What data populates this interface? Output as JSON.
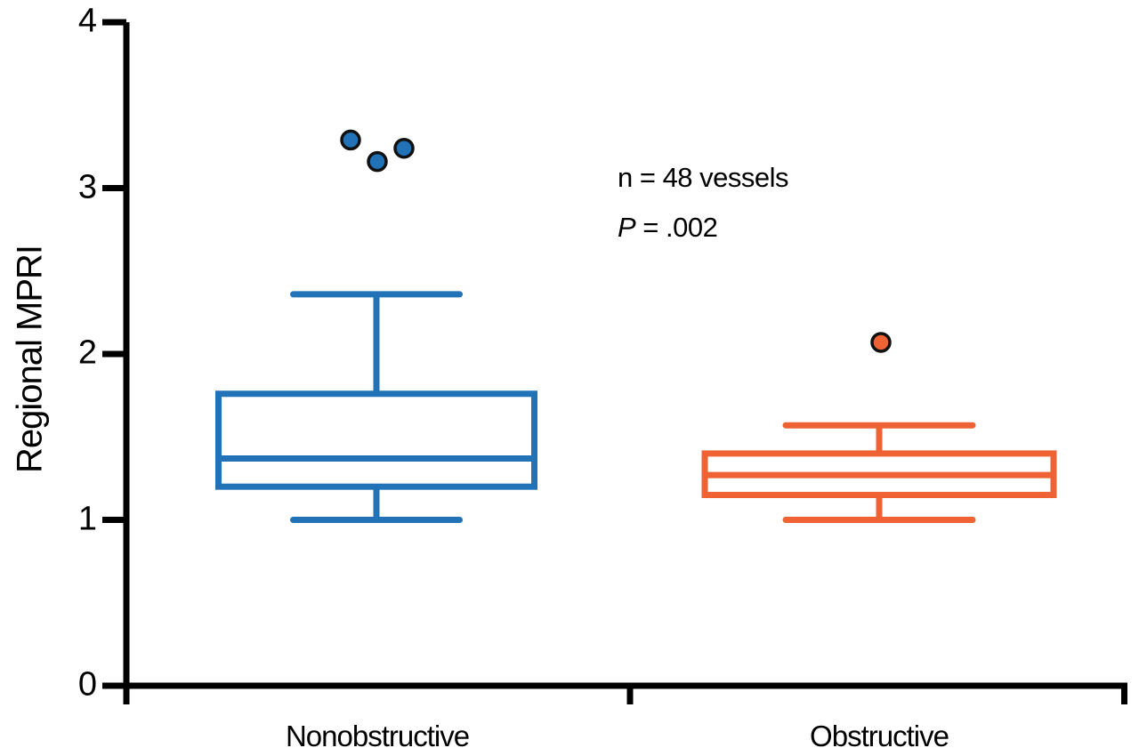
{
  "chart_data": {
    "type": "box",
    "title": "",
    "xlabel": "",
    "ylabel": "Regional MPRI",
    "ylim": [
      0,
      4
    ],
    "yticks": [
      0,
      1,
      2,
      3,
      4
    ],
    "grid": false,
    "categories": [
      "Nonobstructive",
      "Obstructive"
    ],
    "annotation": {
      "n_text": "n = 48 vessels",
      "p_label": "P",
      "p_rest": " = .002"
    },
    "series": [
      {
        "name": "Nonobstructive",
        "color": "#2272B8",
        "whisker_low": 1.0,
        "q1": 1.2,
        "median": 1.37,
        "q3": 1.76,
        "whisker_high": 2.36,
        "outliers": [
          3.29,
          3.16,
          3.24
        ],
        "outlier_dx": [
          -29,
          1,
          31
        ]
      },
      {
        "name": "Obstructive",
        "color": "#EE6233",
        "whisker_low": 1.0,
        "q1": 1.15,
        "median": 1.27,
        "q3": 1.4,
        "whisker_high": 1.57,
        "outliers": [
          2.07
        ],
        "outlier_dx": [
          2
        ]
      }
    ],
    "axis_color": "#000000",
    "outlier_edge_color": "#111111",
    "box_fill": "#ffffff"
  }
}
